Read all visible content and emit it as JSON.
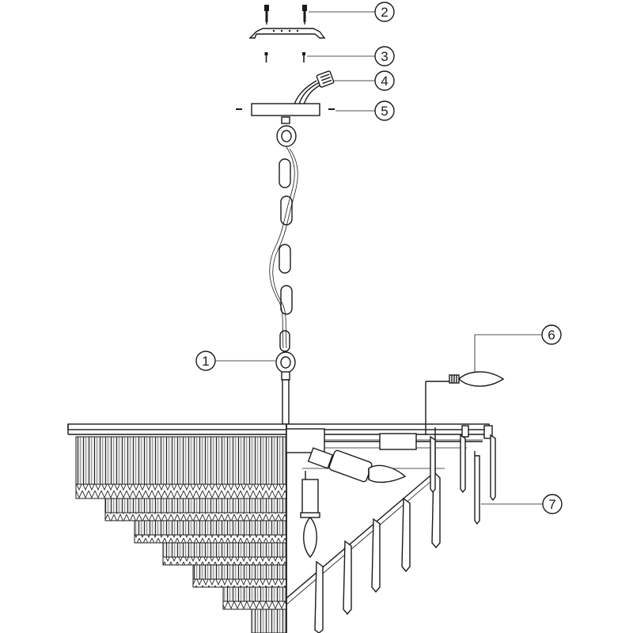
{
  "callouts": [
    {
      "id": "2",
      "label": "2"
    },
    {
      "id": "3",
      "label": "3"
    },
    {
      "id": "4",
      "label": "4"
    },
    {
      "id": "5",
      "label": "5"
    },
    {
      "id": "1",
      "label": "1"
    },
    {
      "id": "6",
      "label": "6"
    },
    {
      "id": "7",
      "label": "7"
    }
  ]
}
